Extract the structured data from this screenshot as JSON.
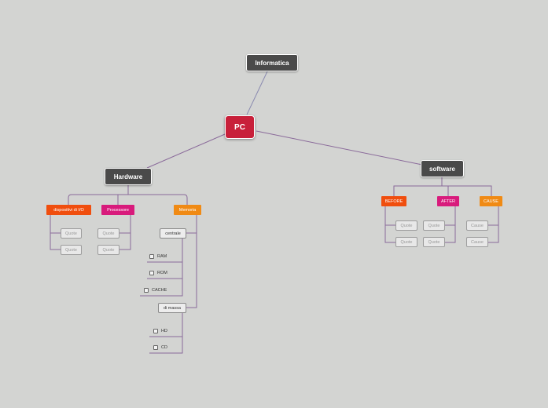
{
  "map": {
    "root": "PC",
    "informatica": "Informatica",
    "hardware": "Hardware",
    "software": "software",
    "hw": {
      "io": "dispositivi di I/O",
      "proc": "Processore",
      "mem": "Memoria",
      "quote": "Quote",
      "centrale": "centrale",
      "massa": "di massa",
      "ram": "RAM",
      "rom": "ROM",
      "cache": "CACHE",
      "hd": "HD",
      "cd": "CD"
    },
    "sw": {
      "before": "BEFORE",
      "after": "AFTER",
      "cause": "CAUSE",
      "quote": "Quote",
      "cause_item": "Cause"
    }
  },
  "colors": {
    "background": "#d3d4d2",
    "root": "#c8203a",
    "topic": "#4a4a4a",
    "orange_red": "#f04e0e",
    "magenta": "#d81b7c",
    "orange": "#f08a14",
    "line_blue": "#8080a8",
    "line_purple": "#8a6a9a"
  }
}
